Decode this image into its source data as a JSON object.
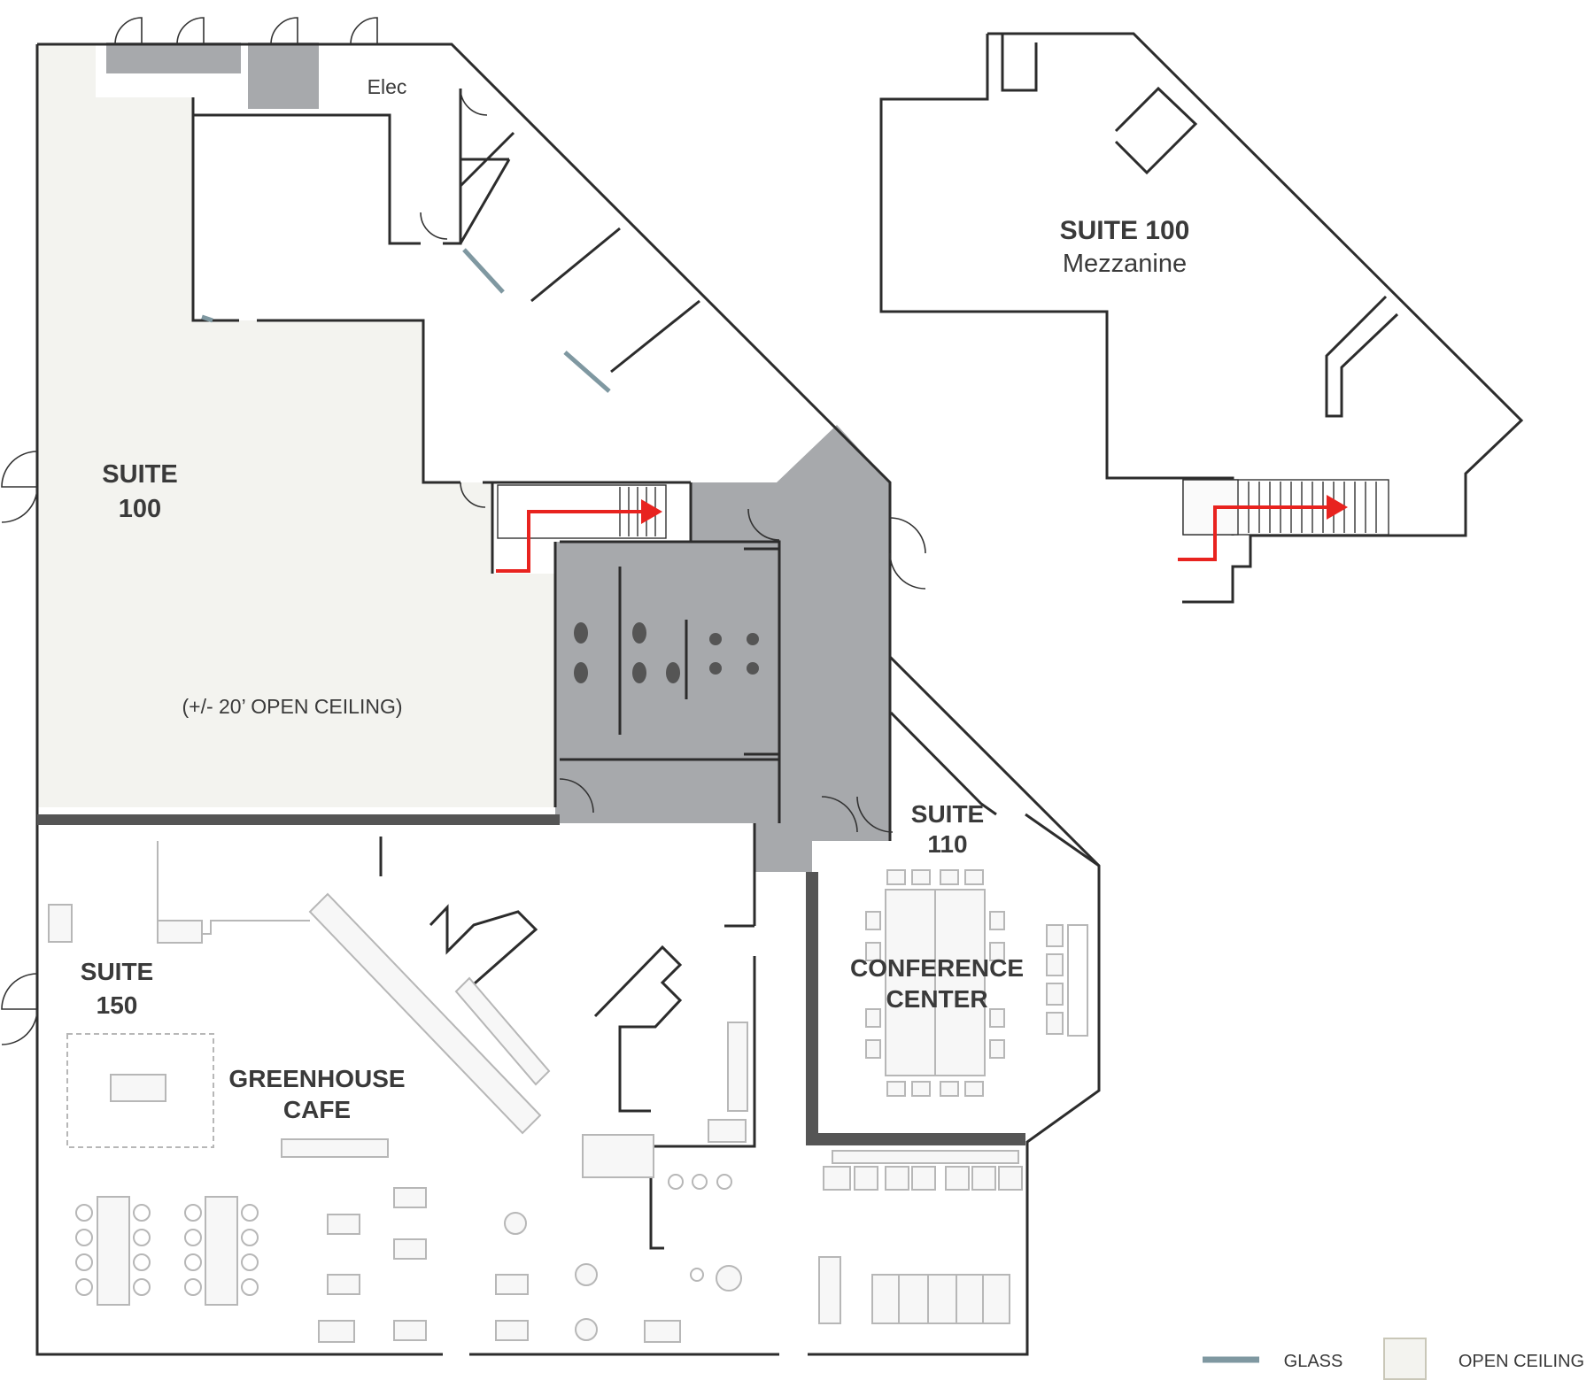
{
  "rooms": {
    "elec": "Elec",
    "suite100_line1": "SUITE",
    "suite100_line2": "100",
    "open_ceiling_note": "(+/- 20’ OPEN CEILING)",
    "mezz_line1": "SUITE 100",
    "mezz_line2": "Mezzanine",
    "suite110_line1": "SUITE",
    "suite110_line2": "110",
    "conf_line1": "CONFERENCE",
    "conf_line2": "CENTER",
    "suite150_line1": "SUITE",
    "suite150_line2": "150",
    "cafe_line1": "GREENHOUSE",
    "cafe_line2": "CAFE"
  },
  "legend": {
    "glass": "GLASS",
    "open_ceiling": "OPEN CEILING"
  },
  "colors": {
    "glass": "#7f98a1",
    "open_ceiling_fill": "#f3f3ef",
    "core_fill": "#a7a9ac",
    "route_arrow": "#e8231f",
    "heavy_wall": "#555555"
  }
}
